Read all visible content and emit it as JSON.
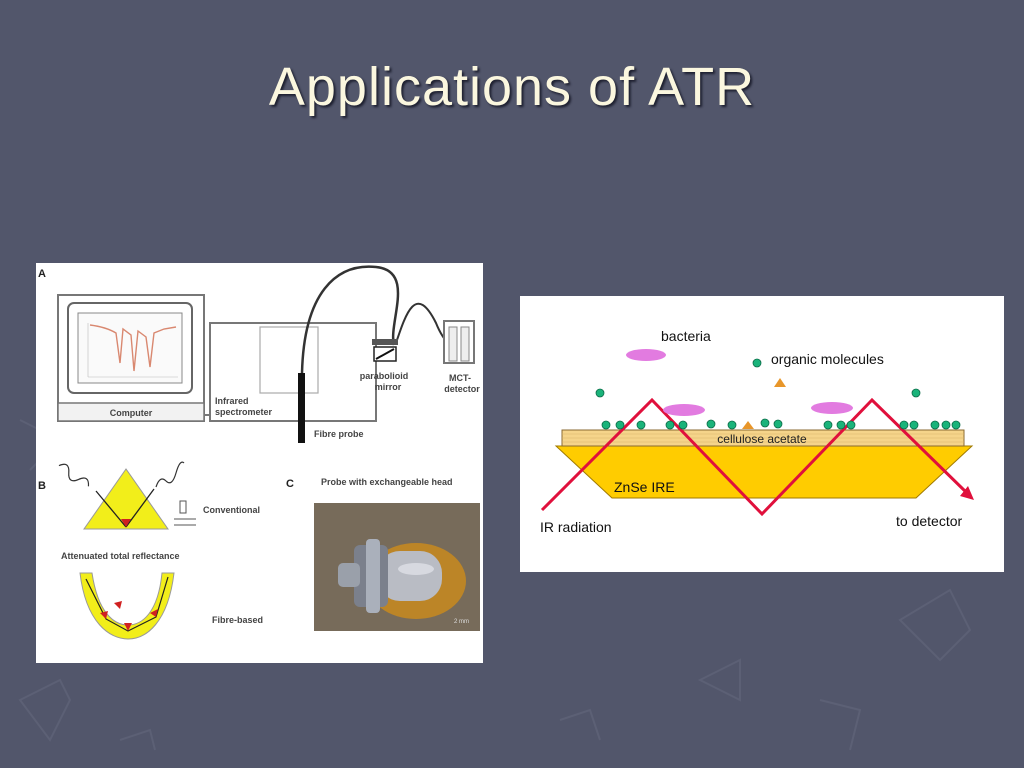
{
  "slide": {
    "title": "Applications of ATR"
  },
  "left_figure": {
    "panel_a": {
      "letter": "A",
      "labels": {
        "computer": "Computer",
        "spectrometer_1": "Infrared",
        "spectrometer_2": "spectrometer",
        "fibre_probe": "Fibre probe",
        "mirror_1": "parabolioid",
        "mirror_2": "mirror",
        "detector_1": "MCT-",
        "detector_2": "detector"
      }
    },
    "panel_b": {
      "letter": "B",
      "labels": {
        "conventional": "Conventional",
        "atr": "Attenuated total reflectance",
        "fibre_based": "Fibre-based"
      }
    },
    "panel_c": {
      "letter": "C",
      "title": "Probe with exchangeable head",
      "scale": "2 mm"
    }
  },
  "right_figure": {
    "labels": {
      "bacteria": "bacteria",
      "organic_molecules": "organic molecules",
      "cellulose_acetate": "cellulose acetate",
      "znse_ire": "ZnSe IRE",
      "ir_radiation": "IR radiation",
      "to_detector": "to detector"
    },
    "colors": {
      "beam": "#e0103c",
      "crystal": "#ffcc00",
      "layer": "#f5d48a",
      "bacteria": "#e27be0",
      "molecules": "#1ab37a",
      "triangle": "#e8962a"
    }
  }
}
